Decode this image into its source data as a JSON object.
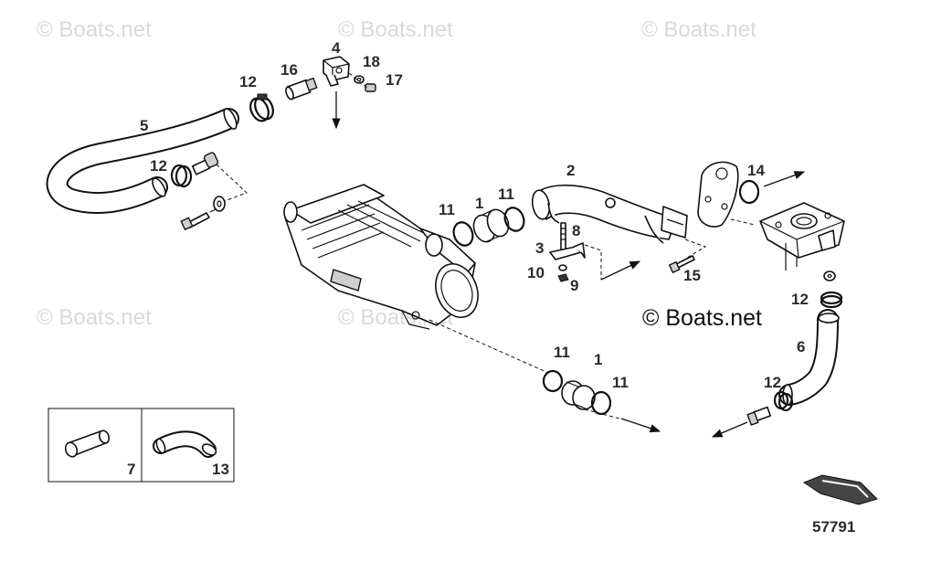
{
  "watermarks": [
    "© Boats.net",
    "© Boats.net",
    "© Boats.net",
    "© Boats.net",
    "© Boats.net"
  ],
  "copyright": "© Boats.net",
  "diagram_number": "57791",
  "callouts": {
    "c1a": "1",
    "c1b": "1",
    "c2": "2",
    "c3": "3",
    "c4": "4",
    "c5": "5",
    "c6": "6",
    "c7": "7",
    "c8": "8",
    "c9": "9",
    "c10": "10",
    "c11a": "11",
    "c11b": "11",
    "c11c": "11",
    "c11d": "11",
    "c12a": "12",
    "c12b": "12",
    "c12c": "12",
    "c12d": "12",
    "c13": "13",
    "c14": "14",
    "c15": "15",
    "c16": "16",
    "c17": "17",
    "c18": "18"
  },
  "colors": {
    "line": "#111111",
    "watermark": "#d9d9d9",
    "label": "#2b2b2b"
  }
}
